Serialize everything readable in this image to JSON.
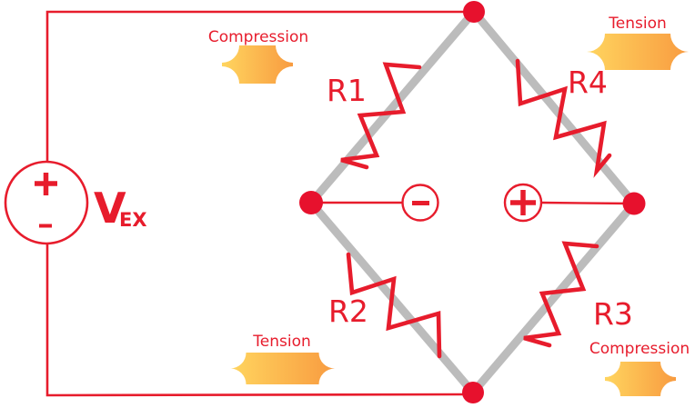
{
  "diagram_type": "wheatstone-bridge-strain-gauge",
  "excitation_source": {
    "symbol": "V",
    "subscript": "EX",
    "plus": "+",
    "minus": "-"
  },
  "bridge": {
    "resistors": {
      "r1": "R1",
      "r2": "R2",
      "r3": "R3",
      "r4": "R4"
    },
    "output_polarity": {
      "minus": "-",
      "plus": "+"
    }
  },
  "strain_badges": {
    "top_left": "Compression",
    "top_right": "Tension",
    "bottom_left": "Tension",
    "bottom_right": "Compression"
  },
  "colors": {
    "red": "#e71c2c",
    "gray": "#bcbcbc",
    "badge_gradient_start": "#ffd55f",
    "badge_gradient_end": "#f89b40"
  }
}
